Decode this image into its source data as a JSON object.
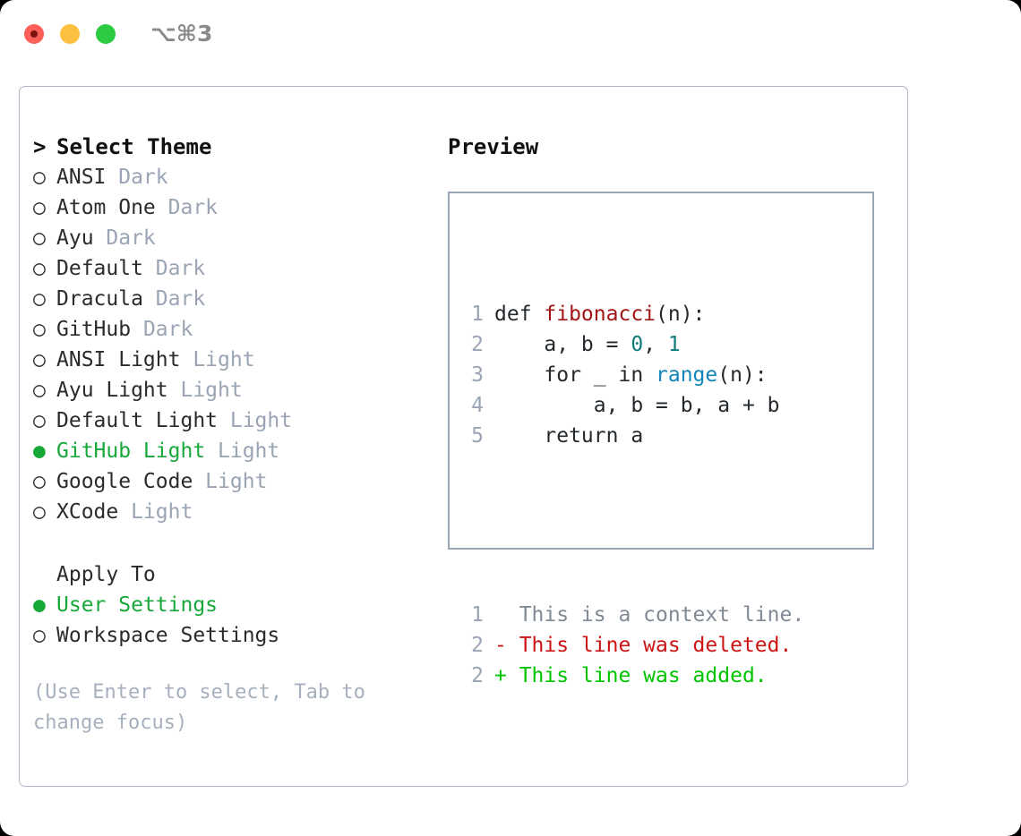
{
  "titlebar": {
    "shortcut": "⌥⌘3",
    "buttons": [
      {
        "name": "close",
        "color": "#fc6058"
      },
      {
        "name": "minimize",
        "color": "#fec041"
      },
      {
        "name": "maximize",
        "color": "#2bcb42"
      }
    ]
  },
  "theme_list": {
    "header_marker": ">",
    "header": "Select Theme",
    "items": [
      {
        "marker": "○",
        "name": "ANSI",
        "variant": "Dark",
        "selected": false
      },
      {
        "marker": "○",
        "name": "Atom One",
        "variant": "Dark",
        "selected": false
      },
      {
        "marker": "○",
        "name": "Ayu",
        "variant": "Dark",
        "selected": false
      },
      {
        "marker": "○",
        "name": "Default",
        "variant": "Dark",
        "selected": false
      },
      {
        "marker": "○",
        "name": "Dracula",
        "variant": "Dark",
        "selected": false
      },
      {
        "marker": "○",
        "name": "GitHub",
        "variant": "Dark",
        "selected": false
      },
      {
        "marker": "○",
        "name": "ANSI Light",
        "variant": "Light",
        "selected": false
      },
      {
        "marker": "○",
        "name": "Ayu Light",
        "variant": "Light",
        "selected": false
      },
      {
        "marker": "○",
        "name": "Default Light",
        "variant": "Light",
        "selected": false
      },
      {
        "marker": "●",
        "name": "GitHub Light",
        "variant": "Light",
        "selected": true
      },
      {
        "marker": "○",
        "name": "Google Code",
        "variant": "Light",
        "selected": false
      },
      {
        "marker": "○",
        "name": "XCode",
        "variant": "Light",
        "selected": false
      }
    ]
  },
  "apply_to": {
    "header": "Apply To",
    "items": [
      {
        "marker": "●",
        "label": "User Settings",
        "selected": true
      },
      {
        "marker": "○",
        "label": "Workspace Settings",
        "selected": false
      }
    ]
  },
  "hint": "(Use Enter to select, Tab to change focus)",
  "preview": {
    "title": "Preview",
    "code_lines": [
      {
        "n": "1",
        "tokens": [
          {
            "t": "def ",
            "c": "plain"
          },
          {
            "t": "fibonacci",
            "c": "func"
          },
          {
            "t": "(n):",
            "c": "plain"
          }
        ]
      },
      {
        "n": "2",
        "tokens": [
          {
            "t": "    a, b = ",
            "c": "plain"
          },
          {
            "t": "0",
            "c": "num"
          },
          {
            "t": ", ",
            "c": "plain"
          },
          {
            "t": "1",
            "c": "num"
          }
        ]
      },
      {
        "n": "3",
        "tokens": [
          {
            "t": "    for _ in ",
            "c": "plain"
          },
          {
            "t": "range",
            "c": "builtin"
          },
          {
            "t": "(n):",
            "c": "plain"
          }
        ]
      },
      {
        "n": "4",
        "tokens": [
          {
            "t": "        a, b = b, a + b",
            "c": "plain"
          }
        ]
      },
      {
        "n": "5",
        "tokens": [
          {
            "t": "    return a",
            "c": "plain"
          }
        ]
      }
    ],
    "diff_lines": [
      {
        "n": "1",
        "tokens": [
          {
            "t": "  This is a context line.",
            "c": "ctx"
          }
        ]
      },
      {
        "n": "2",
        "tokens": [
          {
            "t": "- This line was deleted.",
            "c": "del"
          }
        ]
      },
      {
        "n": "2",
        "tokens": [
          {
            "t": "+ This line was added.",
            "c": "add"
          }
        ]
      }
    ]
  },
  "colors": {
    "accent_green": "#17a83a",
    "muted": "#9aa4b4",
    "border": "#adb6c4",
    "preview_border": "#9aa5b6",
    "code_func": "#a31515",
    "code_num": "#0f7b7b",
    "code_builtin": "#1184b8",
    "diff_deleted": "#cc1414",
    "diff_added": "#00c400"
  }
}
